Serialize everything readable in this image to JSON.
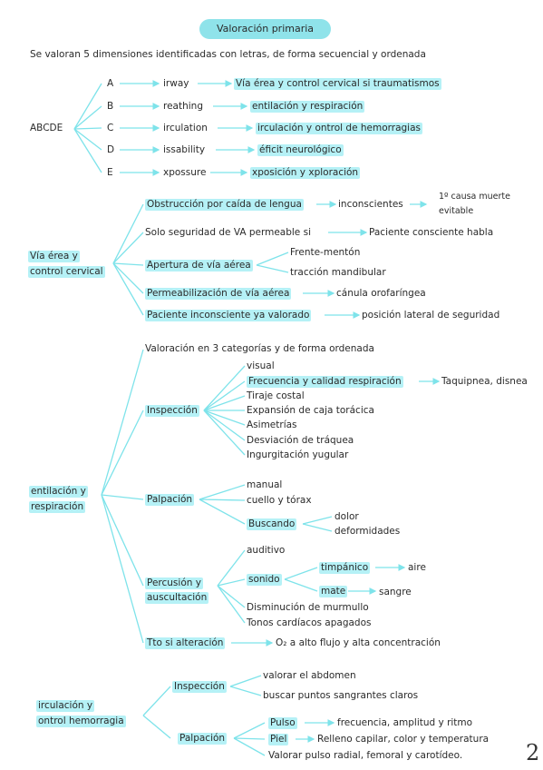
{
  "title": "Valoración primaria",
  "intro": "Se valoran 5 dimensiones identificadas con letras, de forma secuencial y ordenada",
  "abcde": {
    "root": "ABCDE",
    "rows": [
      {
        "letter": "A",
        "term": "irway",
        "desc": "Vía   érea y control cervical si traumatismos"
      },
      {
        "letter": "B",
        "term": "reathing",
        "desc": "entilación y respiración"
      },
      {
        "letter": "C",
        "term": "irculation",
        "desc": "irculación y    ontrol de hemorragias"
      },
      {
        "letter": "D",
        "term": "issability",
        "desc": "éficit neurológico"
      },
      {
        "letter": "E",
        "term": "xpossure",
        "desc": "xposición y   xploración"
      }
    ]
  },
  "via_aerea": {
    "root_line1": "Vía   érea y",
    "root_line2": "control cervical",
    "item1": "Obstrucción por caída de lengua",
    "item1_a": "inconscientes",
    "item1_b1": "1º causa muerte",
    "item1_b2": "evitable",
    "item2": "Solo seguridad de VA permeable si",
    "item2_a": "Paciente consciente habla",
    "item3": "Apertura de vía aérea",
    "item3_a": "Frente-mentón",
    "item3_b": "tracción mandibular",
    "item4": "Permeabilización de vía aérea",
    "item4_a": "cánula orofaríngea",
    "item5": "Paciente inconsciente ya valorado",
    "item5_a": "posición lateral de seguridad"
  },
  "ventilacion": {
    "root_line1": "entilación y",
    "root_line2": "respiración",
    "intro": "Valoración en 3 categorías y de forma ordenada",
    "inspeccion": "Inspección",
    "insp_items": [
      "visual",
      "Frecuencia y calidad respiración",
      "Tiraje costal",
      "Expansión de caja torácica",
      "Asimetrías",
      "Desviación de tráquea",
      "Ingurgitación yugular"
    ],
    "insp_extra": "Taquipnea, disnea",
    "palpacion": "Palpación",
    "palp_items": [
      "manual",
      "cuello y tórax",
      "Buscando"
    ],
    "buscando_items": [
      "dolor",
      "deformidades"
    ],
    "percusion_line1": "Percusión y",
    "percusion_line2": "auscultación",
    "perc_items": [
      "auditivo",
      "sonido",
      "Disminución de murmullo",
      "Tonos cardíacos apagados"
    ],
    "timpanico": "timpánico",
    "aire": "aire",
    "mate": "mate",
    "sangre": "sangre",
    "tto": "Tto si alteración",
    "tto_a": "O₂ a alto flujo y alta concentración"
  },
  "circulacion": {
    "root_line1": "irculación y",
    "root_line2": "ontrol hemorragia",
    "inspeccion": "Inspección",
    "insp_items": [
      "valorar el abdomen",
      "buscar puntos sangrantes claros"
    ],
    "palpacion": "Palpación",
    "pulso": "Pulso",
    "pulso_a": "frecuencia, amplitud y ritmo",
    "piel": "Piel",
    "piel_a": "Relleno capilar, color y temperatura",
    "pulso_radial": "Valorar pulso radial, femoral y carotídeo."
  },
  "page_number": "2",
  "colors": {
    "highlight": "#78e6ee",
    "line": "#7ee3ea",
    "title_bg": "#8fe3ea",
    "text": "#2a2a2a"
  }
}
